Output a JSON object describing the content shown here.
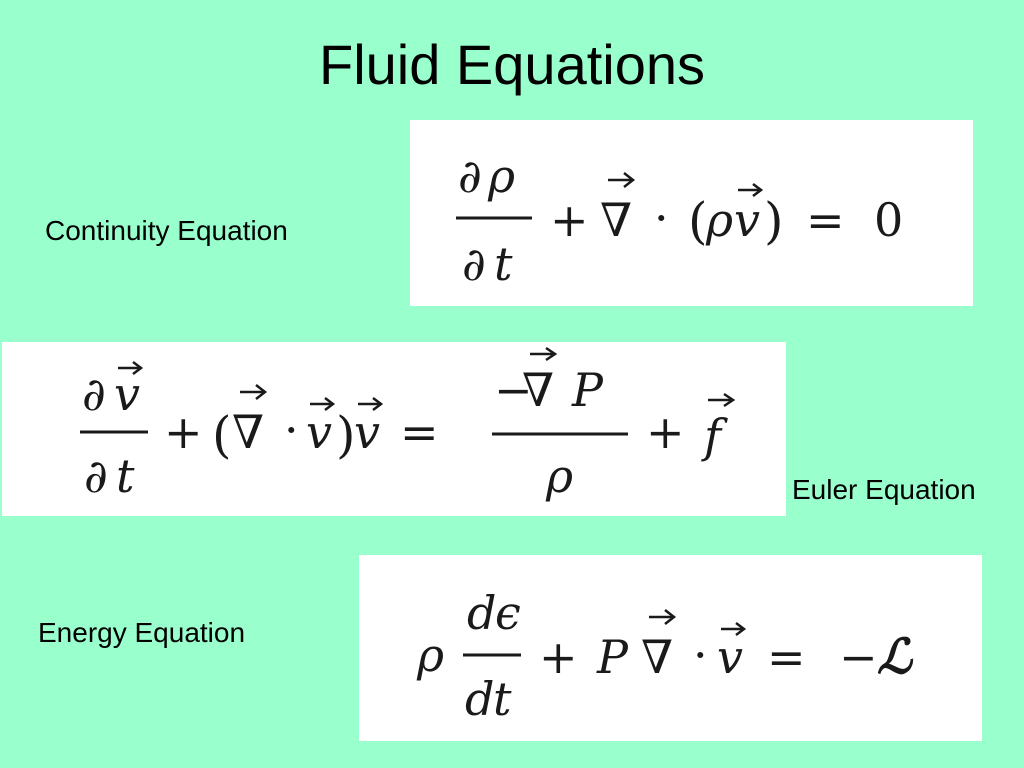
{
  "slide": {
    "background": "#99ffcc",
    "title": "Fluid Equations"
  },
  "labels": {
    "continuity": "Continuity Equation",
    "euler": "Euler Equation",
    "energy": "Energy Equation"
  },
  "equations": {
    "continuity": {
      "num_partial": "∂",
      "num_var": "ρ",
      "den_partial": "∂",
      "den_var": "t",
      "plus": "+",
      "nabla": "∇",
      "dot": "·",
      "lparen": "(",
      "rho": "ρ",
      "v": "v",
      "rparen": ")",
      "equals": "=",
      "zero": "0"
    },
    "euler": {
      "num_partial": "∂",
      "num_var": "v",
      "den_partial": "∂",
      "den_var": "t",
      "plus1": "+",
      "lparen": "(",
      "nabla": "∇",
      "dot": "·",
      "v1": "v",
      "rparen": ")",
      "v2": "v",
      "equals": "=",
      "rhs_minus": "−",
      "rhs_nabla": "∇",
      "rhs_P": "P",
      "rhs_den": "ρ",
      "plus2": "+",
      "f": "f"
    },
    "energy": {
      "rho": "ρ",
      "num_d": "d",
      "num_var": "ϵ",
      "den_d": "d",
      "den_var": "t",
      "plus": "+",
      "P": "P",
      "nabla": "∇",
      "dot": "·",
      "v": "v",
      "equals": "=",
      "minus": "−",
      "L": "ℒ"
    }
  },
  "vector_arrow": "⃗"
}
